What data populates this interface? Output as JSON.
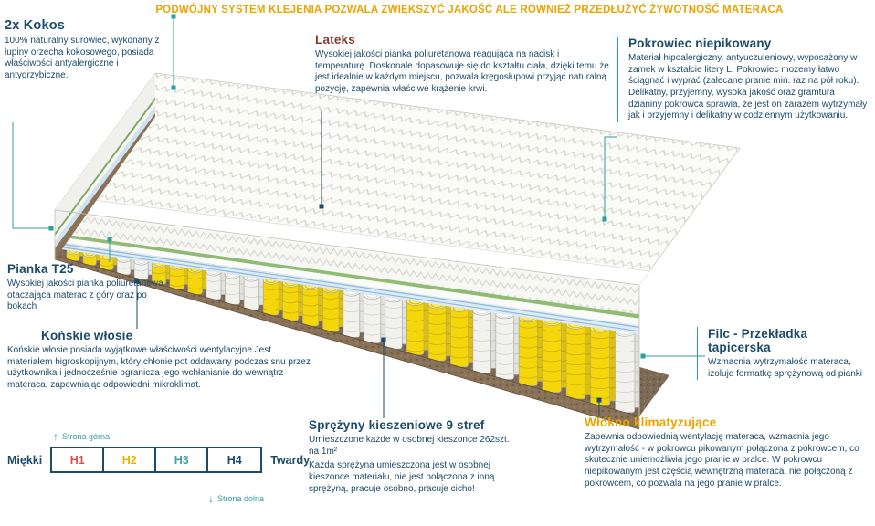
{
  "banner": {
    "text": "PODWÓJNY SYSTEM KLEJENIA POZWALA ZWIĘKSZYĆ JAKOŚĆ ALE RÓWNIEŻ PRZEDŁUŻYĆ ŻYWOTNOŚĆ MATERACA"
  },
  "callouts": {
    "kokos": {
      "title": "2x Kokos",
      "body": "100% naturalny surowiec, wykonany z łupiny orzecha kokosowego, posiada właściwości antyalergiczne i antygrzybiczne."
    },
    "lateks": {
      "title": "Lateks",
      "body": "Wysokiej jakości pianka poliuretanowa reagująca na nacisk i temperaturę. Doskonale dopasowuje się do kształtu ciała, dzięki temu że jest idealnie w każdym miejscu, pozwala kręgosłupowi przyjąć naturalną pozycję, zapewnia właściwe krążenie krwi."
    },
    "pokrowiec": {
      "title": "Pokrowiec niepikowany",
      "body": "Materiał hipoalergiczny, antyuczuleniowy, wyposażony w zamek w kształcie litery L. Pokrowiec możemy łatwo ściągnąć i wyprać (zalecane pranie min. raz na pół roku). Delikatny, przyjemny, wysoka jakość oraz gramtura dzianiny pokrowca sprawia, że jest on zarazem wytrzymały jak i przyjemny i delikatny w codziennym użytkowaniu."
    },
    "pianka": {
      "title": "Pianka T25",
      "body": "Wysokiej jakości pianka poliuretanowa otaczająca materac z góry oraz po bokach"
    },
    "konskie": {
      "title": "Końskie włosie",
      "body": "Końskie włosie posiada wyjątkowe właściwości wentylacyjne.Jest materiałem higroskopijnym, który chłonie pot oddawany podczas snu przez użytkownika i jednocześnie ogranicza jego wchłanianie do wewnątrz materaca, zapewniając odpowiedni mikroklimat."
    },
    "sprezyny": {
      "title": "Sprężyny kieszeniowe 9 stref",
      "body1": "Umieszczone każde w osobnej kieszonce 262szt. na 1m²",
      "body2": "Każda sprężyna umieszczona jest w osobnej kieszonce materiału, nie jest połączona z inną sprężyną, pracuje osobno, pracuje cicho!"
    },
    "filc": {
      "title": "Filc - Przekładka tapicerska",
      "body": "Wzmacnia wytrzymałość materaca, izoluje formatkę sprężynową od pianki"
    },
    "wlokno": {
      "title": "Włókno klimatyzujące",
      "body": "Zapewnia odpowiednią wentylację materaca, wzmacnia jego wytrzymałość - w pokrowcu pikowanym połączona z pokrowcem, co skutecznie uniemożliwia jego pranie w pralce. W pokrowcu niepikowanym jest częścią wewnętrzną materaca, nie połączoną z pokrowcem, co pozwala na jego pranie w pralce."
    }
  },
  "scale": {
    "top_label": "Strona górna",
    "bottom_label": "Strona dolna",
    "left_label": "Miękki",
    "right_label": "Twardy",
    "arrow_up": "↑",
    "arrow_down": "↓",
    "levels": [
      {
        "label": "H1",
        "color": "#d9534f"
      },
      {
        "label": "H2",
        "color": "#eeb200"
      },
      {
        "label": "H3",
        "color": "#3fa3a3"
      },
      {
        "label": "H4",
        "color": "#1b4a6b"
      }
    ]
  },
  "colors": {
    "navy": "#1b4a6b",
    "teal": "#2f9e9e",
    "orange": "#eba400",
    "maroon": "#8a3a2f",
    "spring_yellow": "#f4d70a",
    "spring_white": "#f1f1ee",
    "layer_green": "#8fbc72",
    "layer_blue": "#8fb9d6",
    "base_brown": "#8a7258"
  }
}
